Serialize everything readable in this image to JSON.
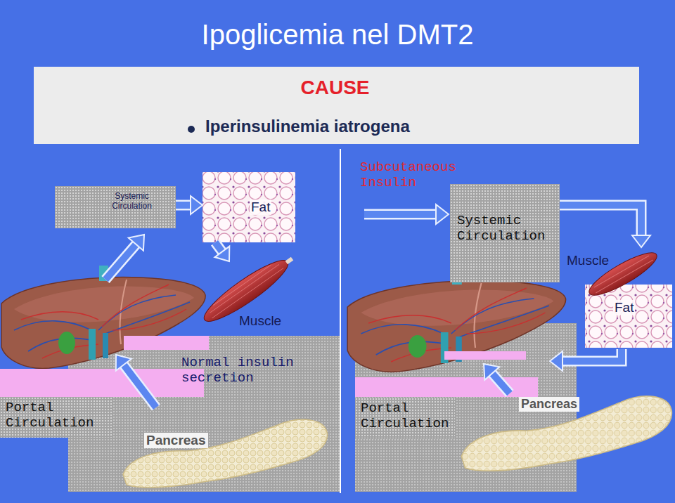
{
  "diagram": {
    "title": "Ipoglicemia nel DMT2",
    "nodes": [
      {
        "text": [
          "CAUSE",
          "Iperinsulinemia iatrogena"
        ]
      },
      {
        "text": [
          "Systemic Circulation"
        ]
      },
      {
        "text": [
          "Fat"
        ]
      },
      {
        "text": [
          "Muscle"
        ]
      },
      {
        "text": [
          "Portal Circulation"
        ]
      },
      {
        "text": [
          "Pancreas"
        ]
      },
      {
        "text": [
          "Systemic Circulation"
        ]
      },
      {
        "text": [
          "Muscle"
        ]
      },
      {
        "text": [
          "Fat"
        ]
      },
      {
        "text": [
          "Portal Circulation"
        ]
      },
      {
        "text": [
          "Pancreas"
        ]
      }
    ],
    "edges": [
      {
        "from": 1,
        "to": 2,
        "arrow": "to"
      },
      {
        "from": 2,
        "to": 3,
        "arrow": "to"
      },
      {
        "from": 6,
        "to": 7,
        "arrow": "to"
      }
    ],
    "labels": [
      "Subcutaneous Insulin",
      "Normal insulin secretion"
    ]
  }
}
